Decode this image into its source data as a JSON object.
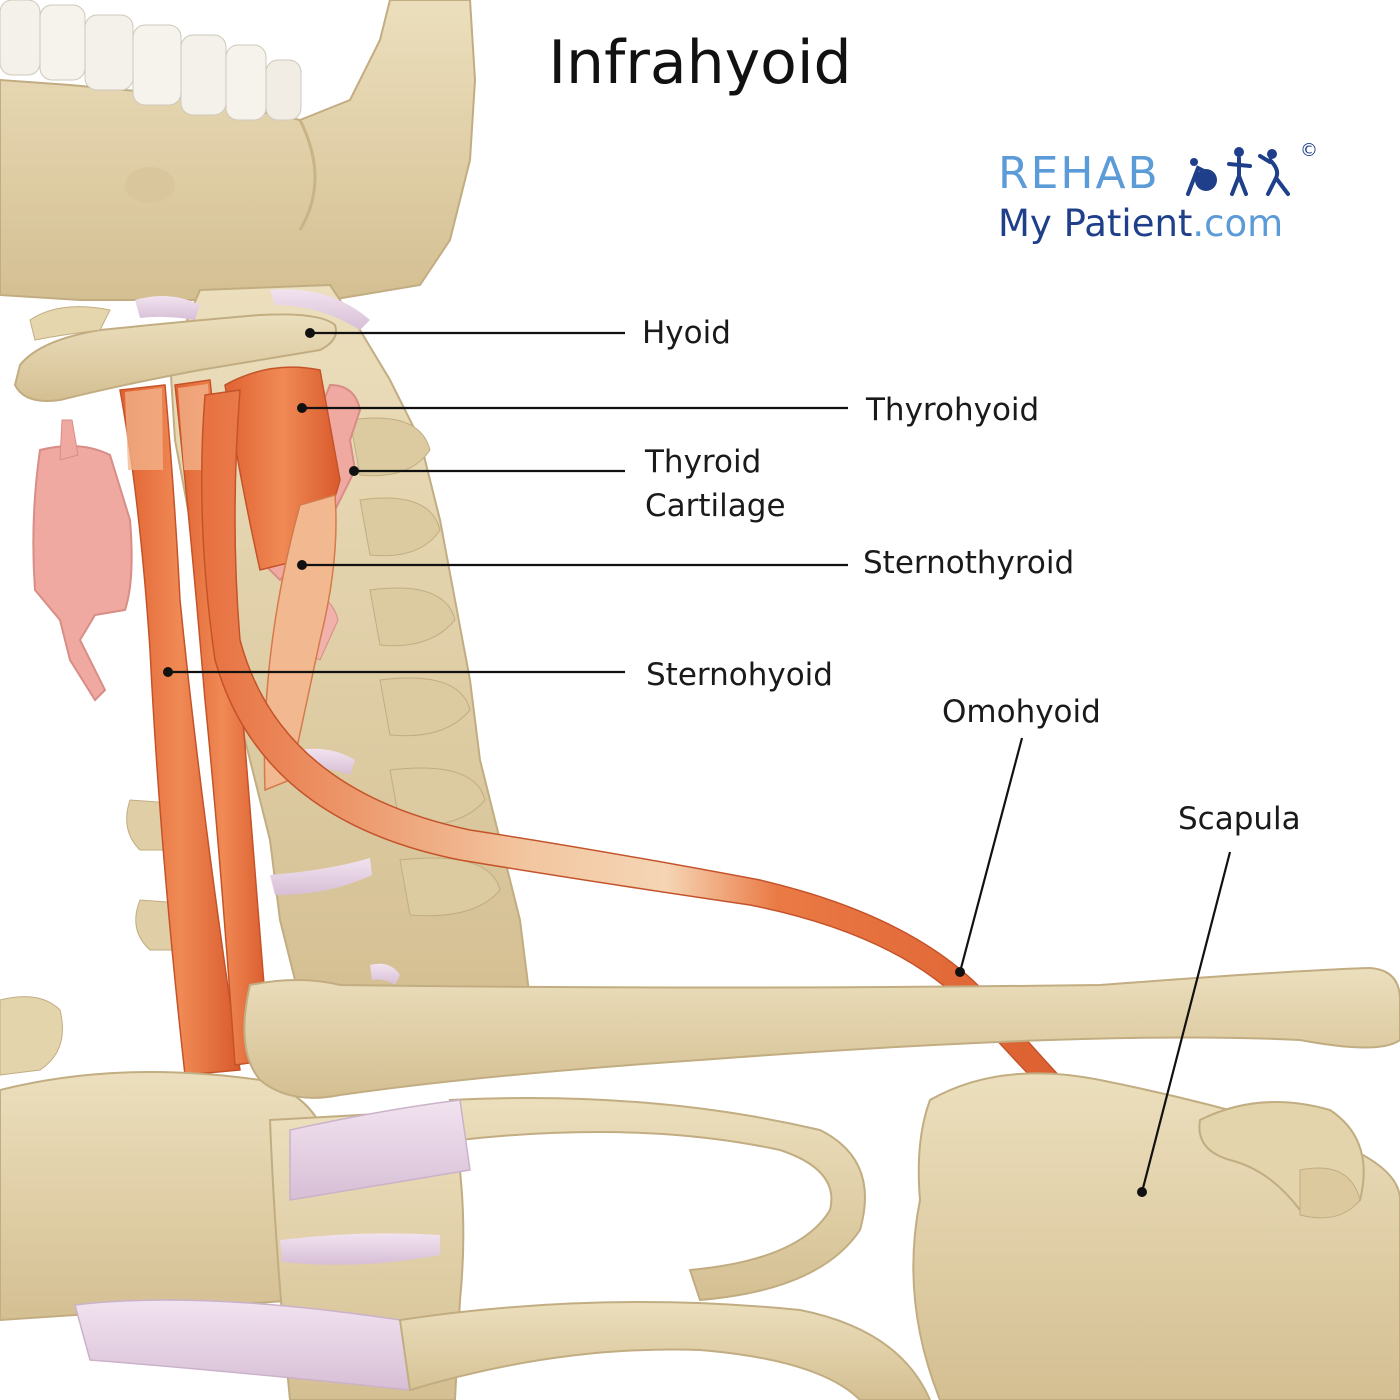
{
  "title": "Infrahyoid",
  "logo": {
    "line1": "REHAB",
    "line2_main": "My Patient",
    "line2_domain": ".com",
    "copyright": "©"
  },
  "labels": {
    "hyoid": "Hyoid",
    "thyrohyoid": "Thyrohyoid",
    "thyroid_cartilage_line1": "Thyroid",
    "thyroid_cartilage_line2": "Cartilage",
    "sternothyroid": "Sternothyroid",
    "sternohyoid": "Sternohyoid",
    "omohyoid": "Omohyoid",
    "scapula": "Scapula"
  },
  "colors": {
    "bone": "#e3d3ab",
    "bone_shadow": "#c9b387",
    "muscle": "#e8703f",
    "muscle_light": "#f3b58d",
    "cartilage": "#efa8a0",
    "disc": "#e8d3e6",
    "leader_line": "#111111",
    "logo_light": "#5b9bd8",
    "logo_dark": "#1f3f8a"
  }
}
